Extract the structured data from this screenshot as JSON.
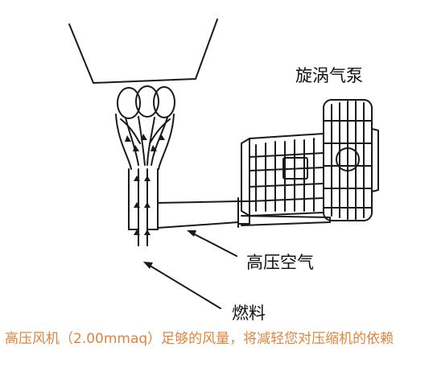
{
  "labels": {
    "pump": "旋涡气泵",
    "high_pressure_air": "高压空气",
    "fuel": "燃料"
  },
  "caption": "高压风机（2.00mmaq）足够的风量，将减轻您对压缩机的依赖",
  "colors": {
    "line": "#1a1a1a",
    "caption": "#e0843c",
    "background": "#ffffff"
  }
}
